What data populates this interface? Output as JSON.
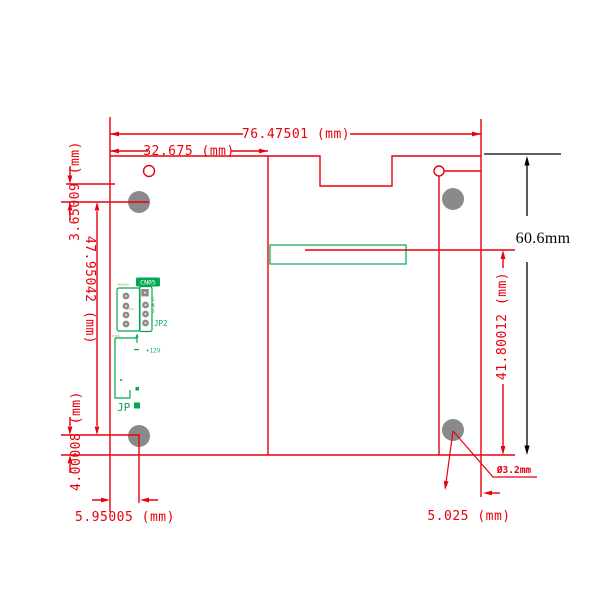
{
  "dims": {
    "overall_width": "76.47501 (mm)",
    "left_section_width": "32.675 (mm)",
    "top_hole_offset": "3.65009 (mm)",
    "left_hole_spacing": "47.95042 (mm)",
    "bottom_hole_offset": "4.00008 (mm)",
    "bottom_left_hole_x": "5.95005 (mm)",
    "bottom_right_hole_x": "5.025 (mm)",
    "right_hole_span": "41.80012 (mm)",
    "board_height": "60.6mm",
    "hole_diameter": "Ø3.2mm"
  },
  "silk": {
    "connector_box_label": "CN05",
    "jp2_label": "JP2",
    "power_label": "+12V",
    "jp_label": "JP",
    "pin_col_char_1": "G",
    "pin_col_char_2": "N",
    "pin_col_char_3": "D",
    "faint_label_1": "≈≈≈≈",
    "faint_label_2": "≈≈≈",
    "faint_label_3": "≈≈≈"
  },
  "colors": {
    "dimension_red": "#e8000d",
    "silkscreen_green": "#00a84f",
    "hole_gray": "#8a8a8a",
    "annotation_black": "#000000",
    "faint_olive": "#b0a23c",
    "background": "#ffffff"
  }
}
